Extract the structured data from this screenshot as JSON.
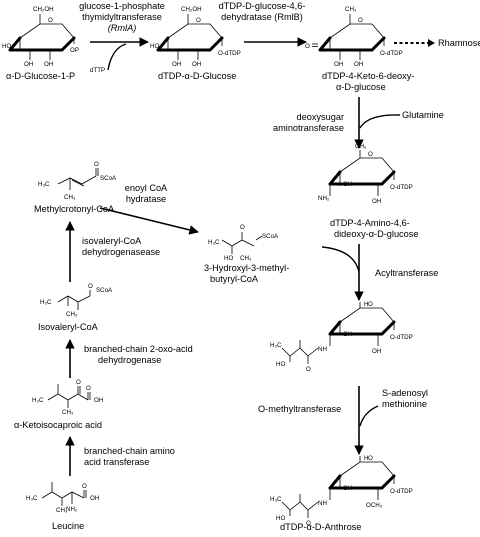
{
  "compounds": {
    "glucose1p": "α-D-Glucose-1-P",
    "dtdp_glucose": "dTDP-α-D-Glucose",
    "keto_deoxy": [
      "dTDP-4-Keto-6-deoxy-",
      "α-D-glucose"
    ],
    "amino_dideoxy": [
      "dTDP-4-Amino-4,6-",
      "dideoxy-α-D-glucose"
    ],
    "rhamnose": "Rhamnose",
    "methylcrotonyl": "Methylcrotonyl-CoA",
    "hydroxymethylbutyryl": [
      "3-Hydroxyl-3-methyl-",
      "butyryl-CoA"
    ],
    "isovaleryl": "Isovaleryl-CoA",
    "ketoisocaproic": "α-Ketoisocaproic acid",
    "leucine": "Leucine",
    "anthrose": "dTDP-α-D-Anthrose"
  },
  "enzymes": {
    "rmla": [
      "glucose-1-phosphate",
      "thymidyltransferase",
      "(RmlA)"
    ],
    "rmlb": [
      "dTDP-D-glucose-4,6-",
      "dehydratase (RmlB)"
    ],
    "aminotransferase": [
      "deoxysugar",
      "aminotransferase"
    ],
    "acyltransferase": "Acyltransferase",
    "omethyl": "O-methyltransferase",
    "enoyl": [
      "enoyl CoA",
      "hydratase"
    ],
    "ivd": [
      "isovaleryl-CoA",
      "dehydrogenasease"
    ],
    "bckdh": [
      "branched-chain 2-oxo-acid",
      "dehydrogenase"
    ],
    "bcat": [
      "branched-chain amino",
      "acid transferase"
    ]
  },
  "cofactors": {
    "dttp": "dTTP",
    "glutamine": "Glutamine",
    "sam": [
      "S-adenosyl",
      "methionine"
    ]
  },
  "atoms": {
    "ch2oh": "CH₂OH",
    "ch3": "CH₃",
    "h3c": "H₃C",
    "oh": "OH",
    "ho": "HO",
    "o": "O",
    "op": "OP",
    "odtdp": "O-dTDP",
    "och3": "OCH₃",
    "nh2": "NH₂",
    "nh": "NH",
    "h": "H",
    "scoa": "SCoA"
  }
}
